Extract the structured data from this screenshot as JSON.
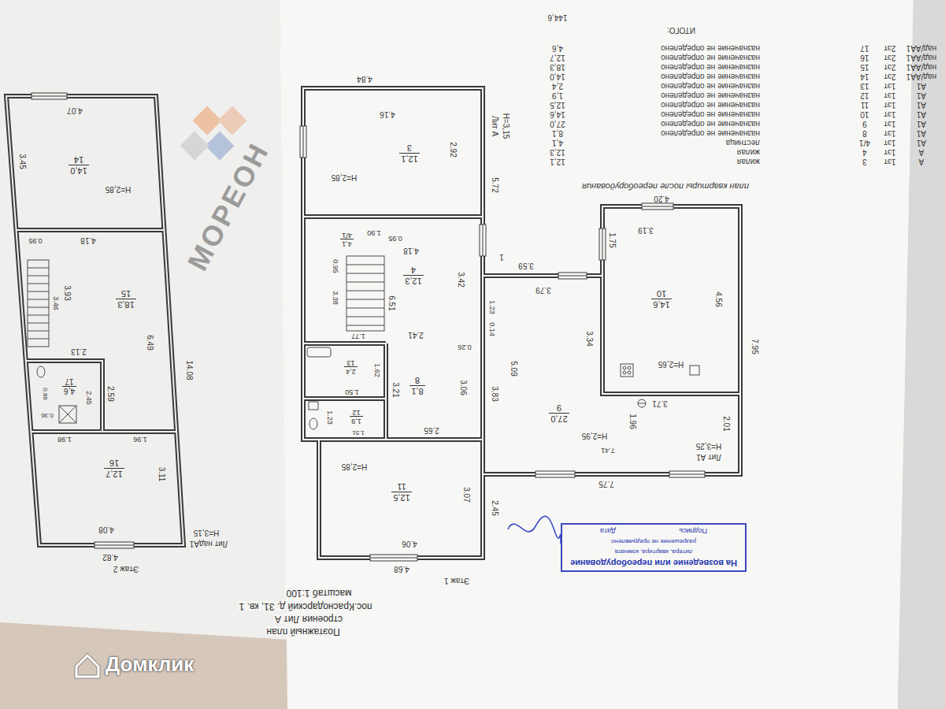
{
  "diagram": {
    "title": "Поэтажный план",
    "nodes": [
      {
        "text": [
          "3",
          "12,1"
        ]
      },
      {
        "text": [
          "4",
          "12,3"
        ]
      },
      {
        "text": [
          "4/1",
          "4,1"
        ]
      },
      {
        "text": [
          "13",
          "2,4"
        ]
      },
      {
        "text": [
          "12",
          "1,9"
        ]
      },
      {
        "text": [
          "8",
          "8,1"
        ]
      },
      {
        "text": [
          "11",
          "12,5"
        ]
      },
      {
        "text": [
          "9",
          "27,0"
        ]
      },
      {
        "text": [
          "10",
          "14,6"
        ]
      },
      {
        "text": [
          "14",
          "14,0"
        ]
      },
      {
        "text": [
          "15",
          "18,3"
        ]
      },
      {
        "text": [
          "17",
          "4,6"
        ]
      },
      {
        "text": [
          "16",
          "12,7"
        ]
      },
      {
        "text": [
          "На возведение или переоборудование",
          "литера, квартира, комната",
          "разрешение не предъявлено",
          "Подпись",
          "Дата"
        ]
      }
    ],
    "labels": [
      "план квартиры после переоборудования",
      "А",
      "1эт",
      "3",
      "жилая",
      "12,1",
      "А",
      "1эт",
      "4",
      "жилая",
      "12,3",
      "А1",
      "1эт",
      "4/1",
      "лестница",
      "4,1",
      "А1",
      "1эт",
      "8",
      "назначение не определено",
      "8,1",
      "А1",
      "1эт",
      "9",
      "назначение не определено",
      "27,0",
      "А1",
      "1эт",
      "10",
      "назначение не определено",
      "14,6",
      "А1",
      "1эт",
      "11",
      "назначение не определено",
      "12,5",
      "А1",
      "1эт",
      "12",
      "назначение не определено",
      "1,9",
      "А1",
      "1эт",
      "13",
      "назначение не определено",
      "2,4",
      "над/АА1",
      "2эт",
      "14",
      "назначение не определено",
      "14,0",
      "над/АА1",
      "2эт",
      "15",
      "назначение не определено",
      "18,3",
      "над/АА1",
      "2эт",
      "16",
      "назначение не определено",
      "12,7",
      "над/АА1",
      "2эт",
      "17",
      "назначение не определено",
      "4,6",
      "ИТОГО:",
      "144,6",
      "4.84",
      "4.16",
      "2.92",
      "H=2,85",
      "Лит А",
      "H=3,15",
      "5.72",
      "1.90",
      "0.95",
      "4.18",
      "0.95",
      "3.38",
      "3.42",
      "6.51",
      "2.41",
      "1.77",
      "0.26",
      "1.62",
      "1.50",
      "1.23",
      "1.51",
      "3.21",
      "3.06",
      "2.65",
      "H=2,85",
      "3.07",
      "4.06",
      "4.68",
      "2.45",
      "Этаж 1",
      "1",
      "3.59",
      "3.79",
      "1.23",
      "0.14",
      "3.83",
      "5.09",
      "3.34",
      "H=2,95",
      "7.41",
      "7.75",
      "1.96",
      "3.71",
      "2.01",
      "H=3,25",
      "Лит А1",
      "3.19",
      "4.56",
      "1.75",
      "H=2,65",
      "4.20",
      "7.95",
      "4.07",
      "3.45",
      "H=2,85",
      "0.95",
      "4.18",
      "3.93",
      "3.46",
      "6.49",
      "14.08",
      "2.13",
      "0.86",
      "0.36",
      "2.45",
      "2.59",
      "1.98",
      "1.96",
      "3.11",
      "4.08",
      "4.82",
      "Этаж 2",
      "H=3,15",
      "Лит надА1",
      "строения Лит А",
      "пос.Краснодарский д. 31, кв. 1",
      "масштаб 1:100",
      "МОРЕОН",
      "Домклик"
    ]
  }
}
